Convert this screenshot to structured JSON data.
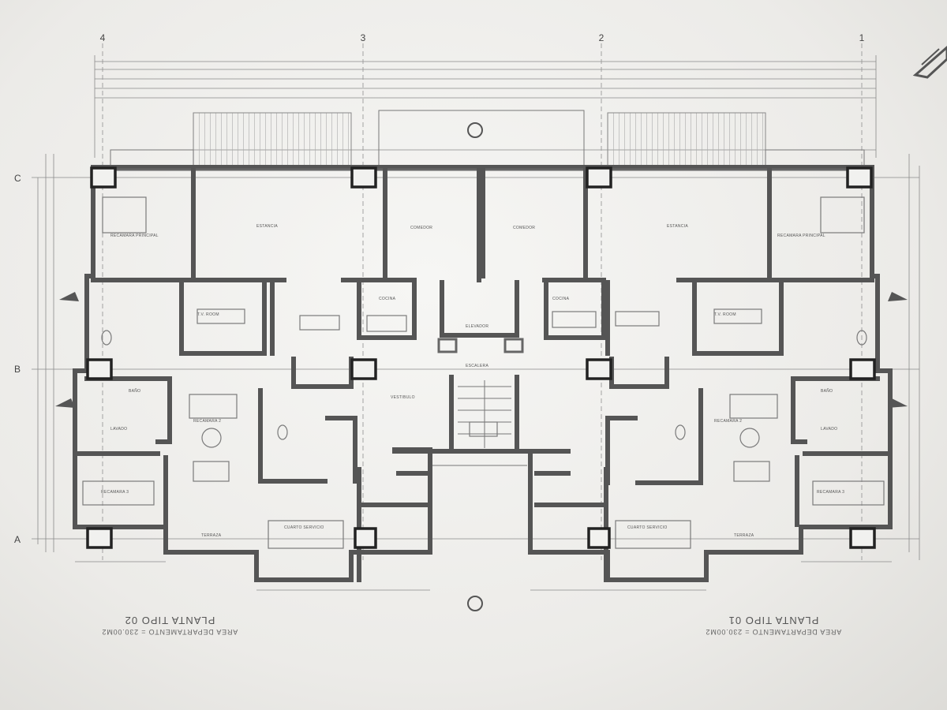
{
  "grid": {
    "columns": [
      "4",
      "3",
      "2",
      "1"
    ],
    "rows": [
      "C",
      "B",
      "A"
    ]
  },
  "titles": {
    "left": {
      "name": "PLANTA TIPO 02",
      "area": "AREA DEPARTAMENTO = 230.00M2"
    },
    "right": {
      "name": "PLANTA TIPO 01",
      "area": "AREA DEPARTAMENTO = 230.00M2"
    }
  },
  "rooms_left": {
    "master": "RECAMARA PRINCIPAL",
    "living": "ESTANCIA",
    "dining": "COMEDOR",
    "tv": "T.V. ROOM",
    "kitchen": "COCINA",
    "bath": "BAÑO",
    "bedroom2": "RECAMARA 2",
    "bedroom3": "RECAMARA 3",
    "terrace": "TERRAZA",
    "laundry": "LAVADO",
    "service": "CUARTO SERVICIO"
  },
  "rooms_right": {
    "master": "RECAMARA PRINCIPAL",
    "living": "ESTANCIA",
    "dining": "COMEDOR",
    "tv": "T.V. ROOM",
    "kitchen": "COCINA",
    "bath": "BAÑO",
    "bedroom2": "RECAMARA 2",
    "bedroom3": "RECAMARA 3",
    "terrace": "TERRAZA",
    "laundry": "LAVADO",
    "service": "CUARTO SERVICIO"
  },
  "core": {
    "elevator": "ELEVADOR",
    "stairs": "ESCALERA",
    "lobby": "VESTIBULO"
  }
}
